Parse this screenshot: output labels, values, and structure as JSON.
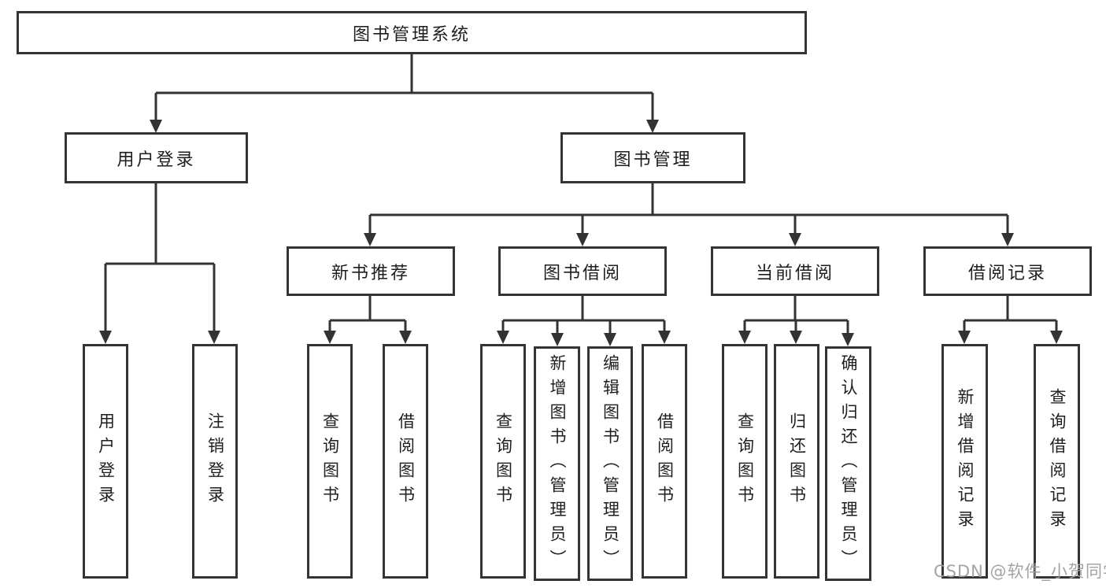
{
  "root": {
    "label": "图书管理系统"
  },
  "user_login": {
    "label": "用户登录",
    "children": [
      {
        "label": "用户登录"
      },
      {
        "label": "注销登录"
      }
    ]
  },
  "book_management": {
    "label": "图书管理",
    "sections": [
      {
        "label": "新书推荐",
        "children": [
          {
            "label": "查询图书"
          },
          {
            "label": "借阅图书"
          }
        ]
      },
      {
        "label": "图书借阅",
        "children": [
          {
            "label": "查询图书"
          },
          {
            "label": "新增图书（管理员）"
          },
          {
            "label": "编辑图书（管理员）"
          },
          {
            "label": "借阅图书"
          }
        ]
      },
      {
        "label": "当前借阅",
        "children": [
          {
            "label": "查询图书"
          },
          {
            "label": "归还图书"
          },
          {
            "label": "确认归还（管理员）"
          }
        ]
      },
      {
        "label": "借阅记录",
        "children": [
          {
            "label": "新增借阅记录"
          },
          {
            "label": "查询借阅记录"
          }
        ]
      }
    ]
  },
  "watermark": "CSDN @软件_小贺同学",
  "colors": {
    "line": "#333333",
    "box_border": "#343434",
    "text": "#1e1e1e",
    "watermark": "#9e9e9e"
  }
}
